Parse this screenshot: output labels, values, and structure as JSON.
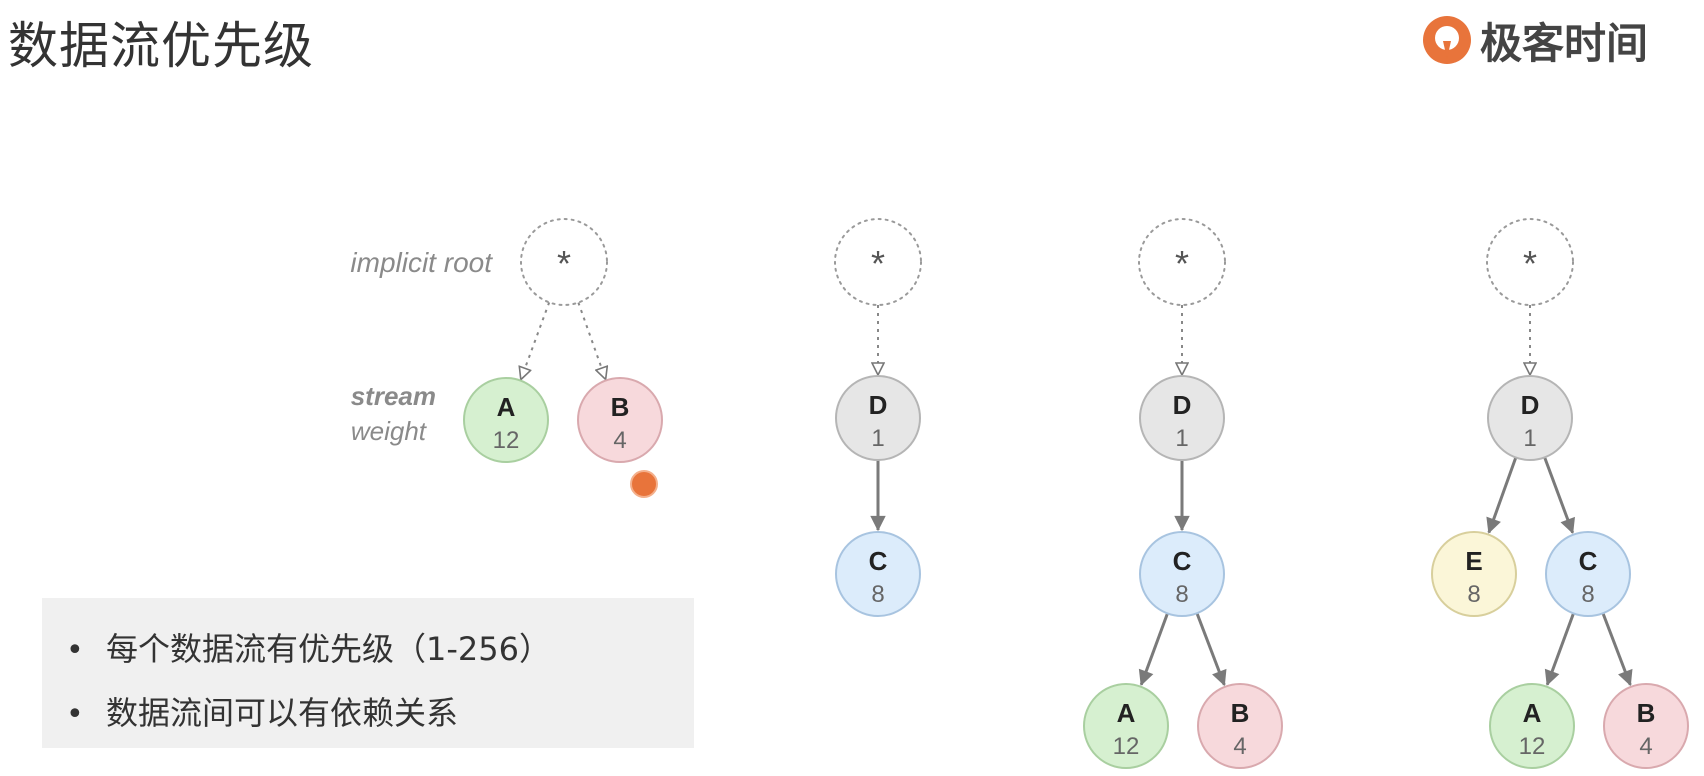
{
  "title": "数据流优先级",
  "brand": {
    "name": "极客时间",
    "icon": "geektime-logo-icon",
    "color": "#e8743b"
  },
  "legend": {
    "implicit_root": "implicit root",
    "stream": "stream",
    "weight": "weight"
  },
  "root_symbol": "*",
  "colors": {
    "green": "#d6f0d0",
    "green_stroke": "#a9cfa0",
    "pink": "#f7d9dc",
    "pink_stroke": "#d9a9ae",
    "gray": "#e6e6e6",
    "gray_stroke": "#b5b5b5",
    "blue": "#dcecfb",
    "blue_stroke": "#a8c4e0",
    "yellow": "#fbf6d8",
    "yellow_stroke": "#d8cf9c"
  },
  "diagrams": [
    {
      "nodes": [
        {
          "id": "root",
          "label": "*",
          "root": true
        },
        {
          "id": "A",
          "label": "A",
          "weight": "12",
          "color": "green"
        },
        {
          "id": "B",
          "label": "B",
          "weight": "4",
          "color": "pink"
        }
      ],
      "edges": [
        [
          "root",
          "A",
          "dotted"
        ],
        [
          "root",
          "B",
          "dotted"
        ]
      ]
    },
    {
      "nodes": [
        {
          "id": "root",
          "label": "*",
          "root": true
        },
        {
          "id": "D",
          "label": "D",
          "weight": "1",
          "color": "gray"
        },
        {
          "id": "C",
          "label": "C",
          "weight": "8",
          "color": "blue"
        }
      ],
      "edges": [
        [
          "root",
          "D",
          "dotted"
        ],
        [
          "D",
          "C",
          "solid"
        ]
      ]
    },
    {
      "nodes": [
        {
          "id": "root",
          "label": "*",
          "root": true
        },
        {
          "id": "D",
          "label": "D",
          "weight": "1",
          "color": "gray"
        },
        {
          "id": "C",
          "label": "C",
          "weight": "8",
          "color": "blue"
        },
        {
          "id": "A",
          "label": "A",
          "weight": "12",
          "color": "green"
        },
        {
          "id": "B",
          "label": "B",
          "weight": "4",
          "color": "pink"
        }
      ],
      "edges": [
        [
          "root",
          "D",
          "dotted"
        ],
        [
          "D",
          "C",
          "solid"
        ],
        [
          "C",
          "A",
          "solid"
        ],
        [
          "C",
          "B",
          "solid"
        ]
      ]
    },
    {
      "nodes": [
        {
          "id": "root",
          "label": "*",
          "root": true
        },
        {
          "id": "D",
          "label": "D",
          "weight": "1",
          "color": "gray"
        },
        {
          "id": "E",
          "label": "E",
          "weight": "8",
          "color": "yellow"
        },
        {
          "id": "C",
          "label": "C",
          "weight": "8",
          "color": "blue"
        },
        {
          "id": "A",
          "label": "A",
          "weight": "12",
          "color": "green"
        },
        {
          "id": "B",
          "label": "B",
          "weight": "4",
          "color": "pink"
        }
      ],
      "edges": [
        [
          "root",
          "D",
          "dotted"
        ],
        [
          "D",
          "E",
          "solid"
        ],
        [
          "D",
          "C",
          "solid"
        ],
        [
          "C",
          "A",
          "solid"
        ],
        [
          "C",
          "B",
          "solid"
        ]
      ]
    }
  ],
  "bullets": [
    "每个数据流有优先级（1-256）",
    "数据流间可以有依赖关系"
  ]
}
